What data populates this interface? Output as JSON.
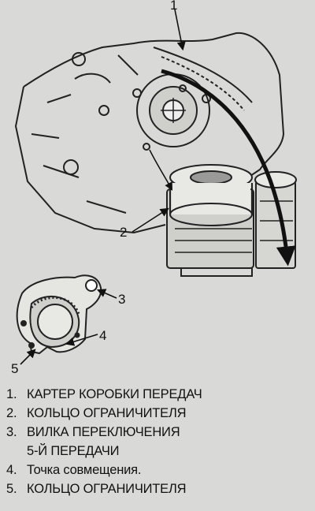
{
  "callouts": {
    "c1": "1",
    "c2": "2",
    "c3": "3",
    "c4": "4",
    "c5": "5"
  },
  "legend": [
    {
      "num": "1.",
      "text": "КАРТЕР КОРОБКИ ПЕРЕДАЧ"
    },
    {
      "num": "2.",
      "text": "КОЛЬЦО ОГРАНИЧИТЕЛЯ"
    },
    {
      "num": "3.",
      "text": "ВИЛКА ПЕРЕКЛЮЧЕНИЯ\n5-Й ПЕРЕДАЧИ"
    },
    {
      "num": "4.",
      "text": "Точка совмещения."
    },
    {
      "num": "5.",
      "text": "КОЛЬЦО ОГРАНИЧИТЕЛЯ"
    }
  ]
}
